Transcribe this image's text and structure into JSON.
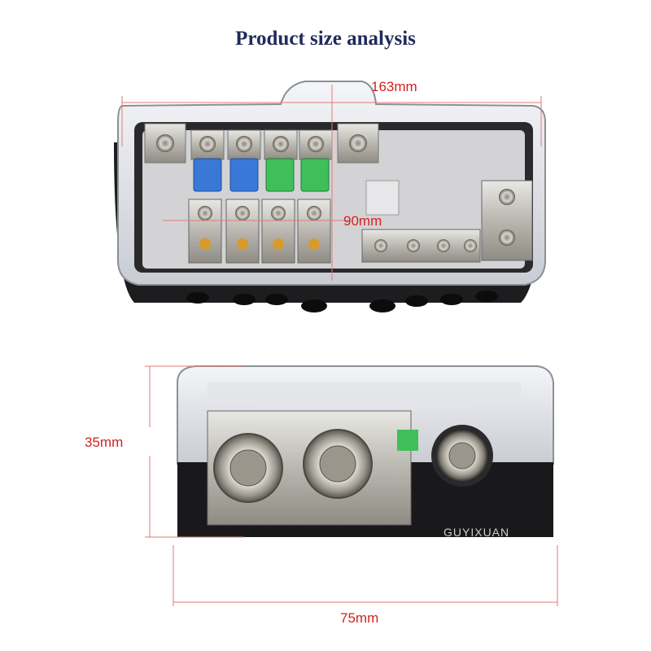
{
  "title": "Product size analysis",
  "dimensions": {
    "length": "163mm",
    "width": "90mm",
    "height": "35mm",
    "depth": "75mm"
  },
  "watermark": "GUYIXUAN",
  "colors": {
    "title": "#1f2a5c",
    "dimension": "#d42020",
    "fuse_blue": "#3a78d8",
    "fuse_green": "#3fbf5a"
  }
}
